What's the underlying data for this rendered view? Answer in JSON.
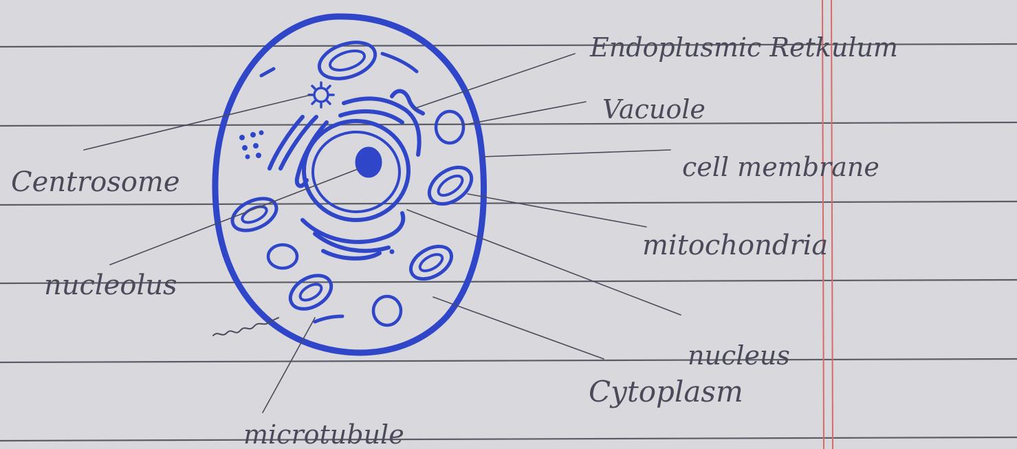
{
  "colors": {
    "paper": "#d9d8dd",
    "ruling": "#5a5c66",
    "margin_line": "#d86a6a",
    "ink_blue": "#2f46c8",
    "pencil": "#4a4a5a"
  },
  "labels": {
    "endoplasmic_reticulum": "Endoplusmic Retkulum",
    "vacuole": "Vacuole",
    "cell_membrane": "cell membrane",
    "centrosome": "Centrosome",
    "mitochondria": "mitochondria",
    "nucleolus": "nucleolus",
    "nucleus": "nucleus",
    "cytoplasm": "Cytoplasm",
    "microtubule": "microtubule"
  }
}
